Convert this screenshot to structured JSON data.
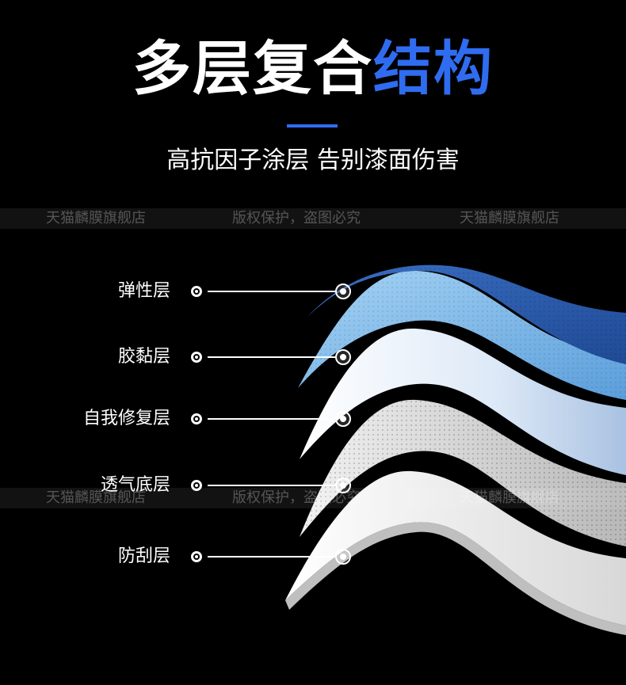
{
  "header": {
    "title_white": "多层复合",
    "title_blue": "结构",
    "subtitle": "高抗因子涂层 告别漆面伤害",
    "accent_color": "#2f6cf0"
  },
  "watermark": {
    "shop": "天猫麟膜旗舰店",
    "notice": "版权保护，盗图必究"
  },
  "layers": [
    {
      "label": "弹性层",
      "color": "#2f5fb0"
    },
    {
      "label": "胶黏层",
      "color": "#7ab8ea"
    },
    {
      "label": "自我修复层",
      "color": "#dce9f8"
    },
    {
      "label": "透气底层",
      "color": "#cfcfcf"
    },
    {
      "label": "防刮层",
      "color": "#f4f4f4"
    }
  ]
}
